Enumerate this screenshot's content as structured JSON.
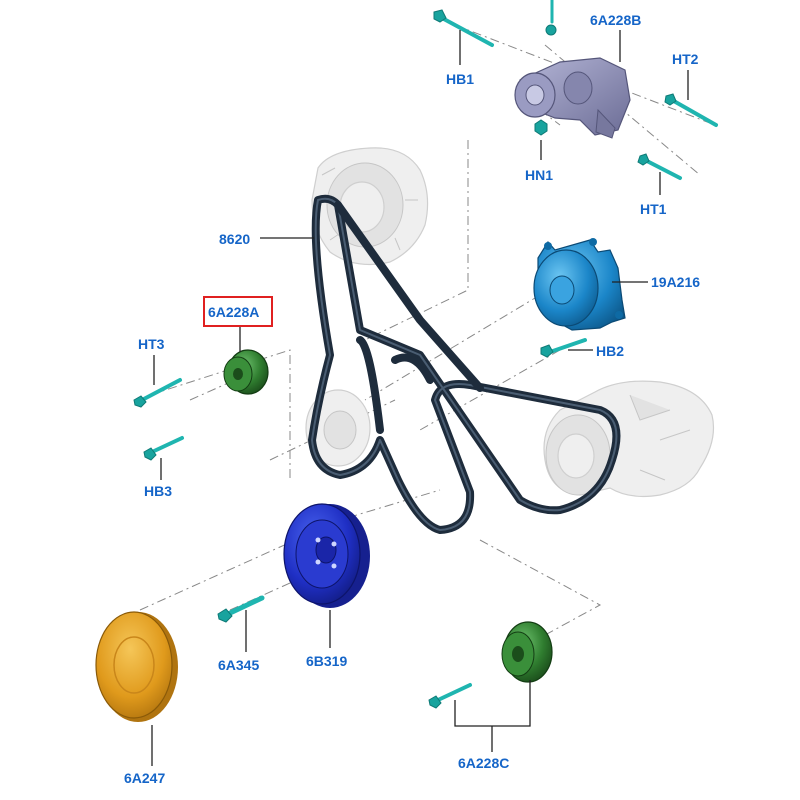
{
  "highlight_color": "#e02020",
  "label_color": "#1565c8",
  "labels": {
    "hb1": "HB1",
    "a6a228b": "6A228B",
    "ht2": "HT2",
    "hn1": "HN1",
    "ht1": "HT1",
    "a8620": "8620",
    "a19a216": "19A216",
    "a6a228a": "6A228A",
    "ht3": "HT3",
    "hb2": "HB2",
    "hb3": "HB3",
    "a6a345": "6A345",
    "a6b319": "6B319",
    "a6a247": "6A247",
    "a6a228c": "6A228C"
  },
  "parts": {
    "tensioner": "6A228B",
    "highlighted": "6A228A",
    "belt": "8620",
    "water_pump": "19A216",
    "crank_pulley": "6B319",
    "crank_bolt": "6A345",
    "cover": "6A247",
    "idler_lower": "6A228C"
  },
  "colors": {
    "tensioner": "#8e8fb6",
    "idler_green": "#2f7d2f",
    "water_pump": "#1b86c9",
    "crank_pulley": "#1f2fc4",
    "cover": "#e09a1c",
    "belt": "#1e2c3c",
    "bolt": "#1fb5b0"
  }
}
